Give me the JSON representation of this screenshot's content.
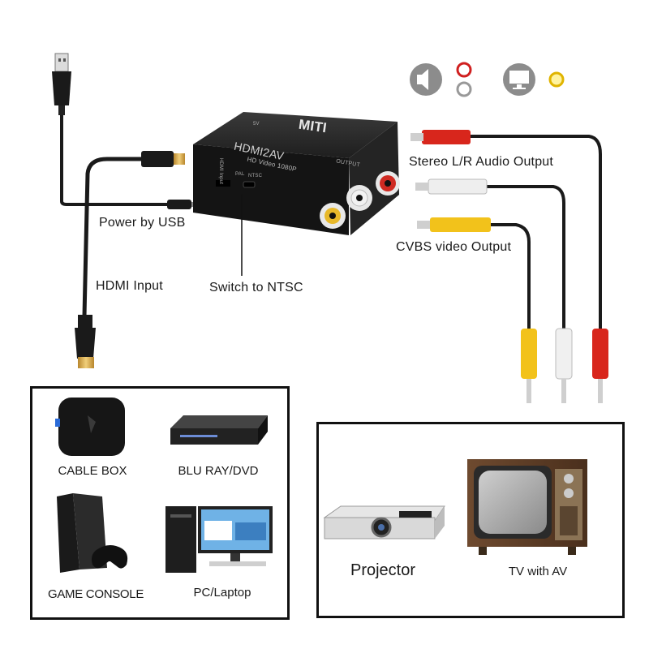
{
  "device": {
    "brand": "MITI",
    "model": "HDMI2AV",
    "spec": "HD Video 1080P",
    "input_port_label": "HDMI Input",
    "output_port_label": "OUTPUT",
    "switch_labels": [
      "PAL",
      "NTSC"
    ],
    "power_label": "5V"
  },
  "labels": {
    "power": "Power by USB",
    "hdmi": "HDMI Input",
    "switch": "Switch to NTSC",
    "audio": "Stereo L/R Audio Output",
    "video": "CVBS video Output"
  },
  "sources": {
    "items": [
      {
        "label": "CABLE BOX",
        "icon": "cable-box-icon"
      },
      {
        "label": "BLU RAY/DVD",
        "icon": "bluray-player-icon"
      },
      {
        "label": "GAME CONSOLE",
        "icon": "game-console-icon"
      },
      {
        "label": "PC/Laptop",
        "icon": "pc-laptop-icon"
      }
    ]
  },
  "outputs": {
    "items": [
      {
        "label": "Projector",
        "icon": "projector-icon"
      },
      {
        "label": "TV with AV",
        "icon": "tv-icon"
      }
    ]
  },
  "colors": {
    "cable_red": "#d8261c",
    "cable_white": "#e9e9e9",
    "cable_yellow": "#f2c21b",
    "device_body": "#1c1c1c",
    "hdmi_gold": "#d8a94a"
  }
}
